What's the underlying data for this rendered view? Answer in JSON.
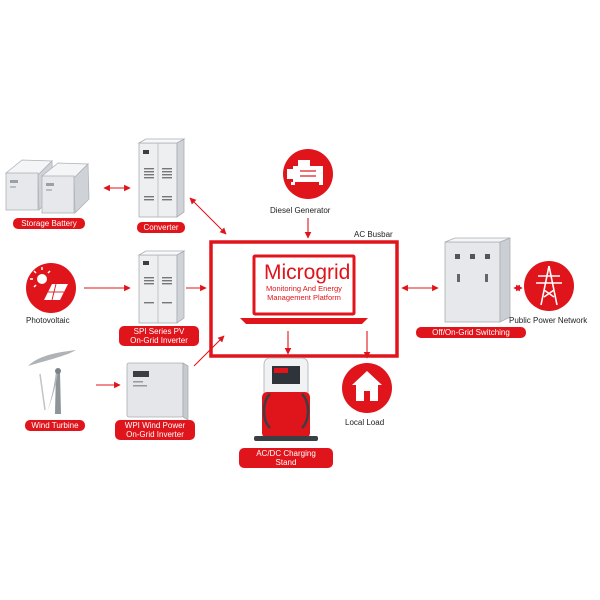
{
  "center": {
    "title": "Microgrid",
    "subtitle": "Monitoring And Energy\nManagement Platform",
    "busbar_label": "AC Busbar"
  },
  "nodes": {
    "storage_battery": "Storage Battery",
    "converter": "Converter",
    "photovoltaic": "Photovoltaic",
    "pv_inverter": "SPI Series PV\nOn-Grid Inverter",
    "wind_turbine": "Wind Turbine",
    "wind_inverter": "WPI Wind Power\nOn-Grid Inverter",
    "diesel_generator": "Diesel Generator",
    "switching": "Off/On-Grid Switching",
    "public_network": "Public Power Network",
    "charging_stand": "AC/DC Charging Stand",
    "local_load": "Local Load"
  },
  "colors": {
    "accent": "#e0141b",
    "equipment": "#e9ebee"
  }
}
